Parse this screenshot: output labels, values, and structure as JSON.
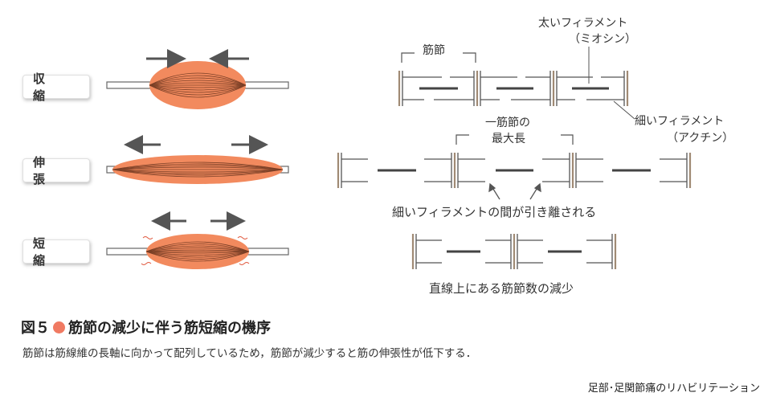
{
  "labels": {
    "contraction": "収 縮",
    "extension": "伸 張",
    "shortening": "短 縮"
  },
  "annotations": {
    "sarcomere": "筋節",
    "thick_filament": "太いフィラメント",
    "myosin": "（ミオシン）",
    "thin_filament": "細いフィラメント",
    "actin": "（アクチン）",
    "max_length_1": "一筋節の",
    "max_length_2": "最大長",
    "pulled_apart": "細いフィラメントの間が引き離される",
    "decrease": "直線上にある筋節数の減少"
  },
  "figure": {
    "number": "図５",
    "title": "筋節の減少に伴う筋短縮の機序",
    "caption": "筋節は筋線維の長軸に向かって配列しているため，筋節が減少すると筋の伸張性が低下する．",
    "source": "足部･足関節痛のリハビリテーション"
  },
  "colors": {
    "muscle": "#f28a5e",
    "accent_dot": "#f07a62",
    "line": "#555555",
    "zline": "#a08a74"
  }
}
